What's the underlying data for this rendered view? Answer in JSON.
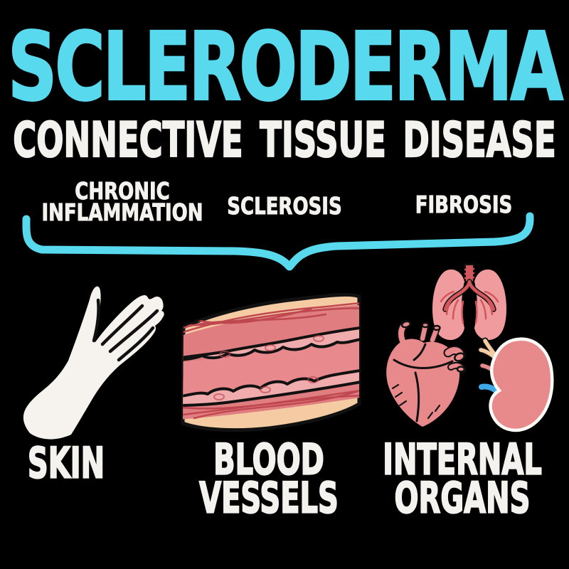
{
  "title": "SCLERODERMA",
  "subtitle": "CONNECTIVE TISSUE DISEASE",
  "branches": {
    "chronic": {
      "line1": "CHRONIC",
      "line2": "INFLAMMATION"
    },
    "sclerosis": "SCLEROSIS",
    "fibrosis": "FIBROSIS"
  },
  "targets": {
    "skin": {
      "line1": "SKIN",
      "line2": ""
    },
    "blood_vessels": {
      "line1": "BLOOD",
      "line2": "VESSELS"
    },
    "internal_organs": {
      "line1": "INTERNAL",
      "line2": "ORGANS"
    }
  },
  "icons": {
    "brace": "brace-bracket",
    "hand": "hand-skin-illustration",
    "blood_vessel": "blood-vessel-illustration",
    "lungs": "lungs-illustration",
    "heart": "heart-illustration",
    "kidney": "kidney-illustration"
  },
  "colors": {
    "background": "#000000",
    "accent_cyan": "#58d9ee",
    "text_white": "#f4f2ef",
    "hand_white": "#f6f3ee",
    "organ_pink": "#e8898c",
    "organ_pink_light": "#f09c9e",
    "bronchi_red": "#d4565d",
    "vessel_cream": "#f4cba3",
    "vessel_muscle": "#e07d81",
    "vessel_endo": "#f0abac",
    "vessel_lumen": "#e8898d",
    "vessel_line_red": "#bf4750",
    "kidney_vein_blue": "#3fa9e8",
    "kidney_outline_white": "#fbfaf7",
    "outline_black": "#111111"
  }
}
